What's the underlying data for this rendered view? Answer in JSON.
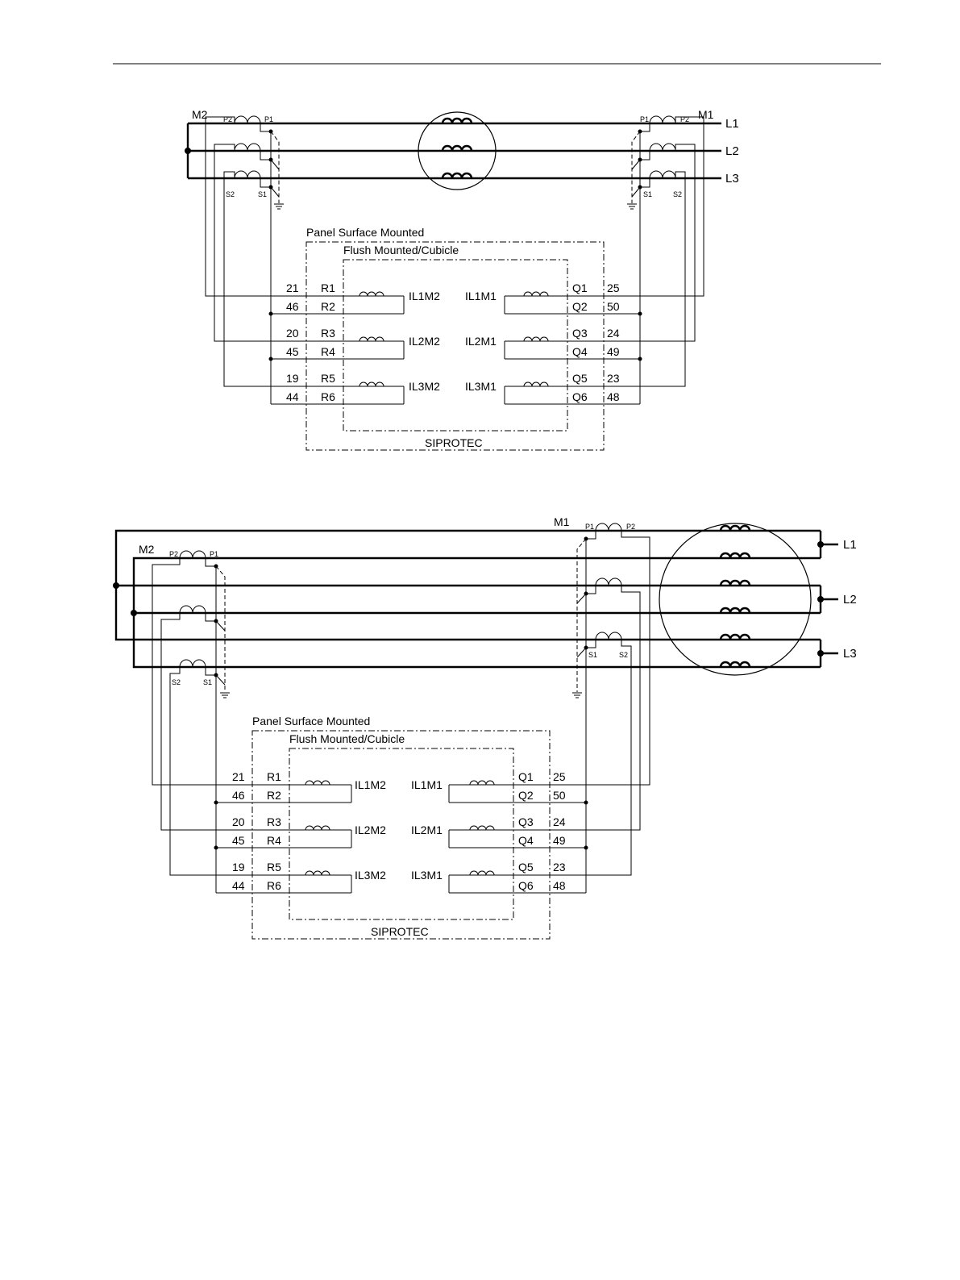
{
  "diagrams": [
    {
      "ct_left": {
        "name": "M2",
        "p_primary_a": "P2",
        "p_primary_b": "P1",
        "s_secondary_a": "S2",
        "s_secondary_b": "S1"
      },
      "ct_right": {
        "name": "M1",
        "p_primary_a": "P1",
        "p_primary_b": "P2",
        "s_secondary_a": "S1",
        "s_secondary_b": "S2"
      },
      "lines": [
        "L1",
        "L2",
        "L3"
      ],
      "panel_label": "Panel Surface Mounted",
      "flush_label": "Flush Mounted/Cubicle",
      "device_label": "SIPROTEC",
      "rows": [
        {
          "left_a": "21",
          "r_a": "R1",
          "left_b": "46",
          "r_b": "R2",
          "in_left": "IL1M2",
          "in_right": "IL1M1",
          "q_a": "Q1",
          "right_a": "25",
          "q_b": "Q2",
          "right_b": "50"
        },
        {
          "left_a": "20",
          "r_a": "R3",
          "left_b": "45",
          "r_b": "R4",
          "in_left": "IL2M2",
          "in_right": "IL2M1",
          "q_a": "Q3",
          "right_a": "24",
          "q_b": "Q4",
          "right_b": "49"
        },
        {
          "left_a": "19",
          "r_a": "R5",
          "left_b": "44",
          "r_b": "R6",
          "in_left": "IL3M2",
          "in_right": "IL3M1",
          "q_a": "Q5",
          "right_a": "23",
          "q_b": "Q6",
          "right_b": "48"
        }
      ]
    },
    {
      "ct_left": {
        "name": "M2",
        "p_primary_a": "P2",
        "p_primary_b": "P1",
        "s_secondary_a": "S2",
        "s_secondary_b": "S1"
      },
      "ct_right": {
        "name": "M1",
        "p_primary_a": "P1",
        "p_primary_b": "P2",
        "s_secondary_a": "S1",
        "s_secondary_b": "S2"
      },
      "lines": [
        "L1",
        "L2",
        "L3"
      ],
      "panel_label": "Panel Surface Mounted",
      "flush_label": "Flush Mounted/Cubicle",
      "device_label": "SIPROTEC",
      "rows": [
        {
          "left_a": "21",
          "r_a": "R1",
          "left_b": "46",
          "r_b": "R2",
          "in_left": "IL1M2",
          "in_right": "IL1M1",
          "q_a": "Q1",
          "right_a": "25",
          "q_b": "Q2",
          "right_b": "50"
        },
        {
          "left_a": "20",
          "r_a": "R3",
          "left_b": "45",
          "r_b": "R4",
          "in_left": "IL2M2",
          "in_right": "IL2M1",
          "q_a": "Q3",
          "right_a": "24",
          "q_b": "Q4",
          "right_b": "49"
        },
        {
          "left_a": "19",
          "r_a": "R5",
          "left_b": "44",
          "r_b": "R6",
          "in_left": "IL3M2",
          "in_right": "IL3M1",
          "q_a": "Q5",
          "right_a": "23",
          "q_b": "Q6",
          "right_b": "48"
        }
      ]
    }
  ]
}
